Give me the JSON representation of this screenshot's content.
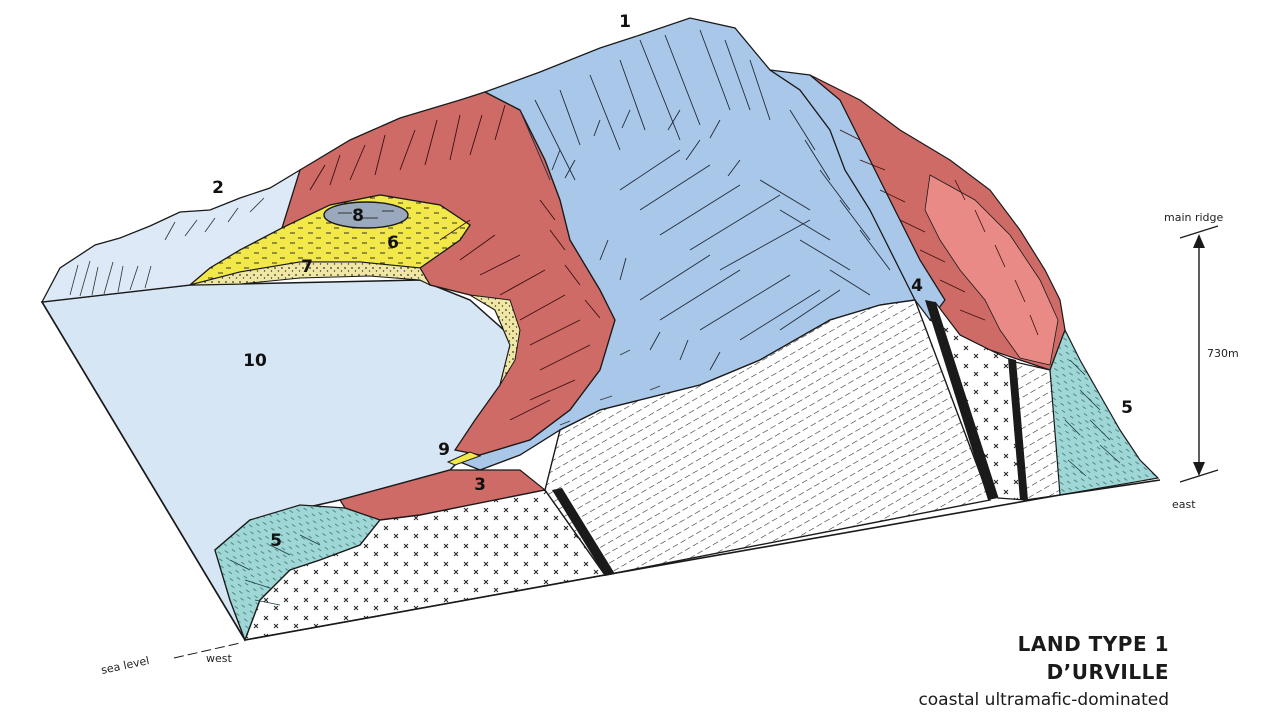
{
  "labels": {
    "zone_1": "1",
    "zone_2": "2",
    "zone_3": "3",
    "zone_4": "4",
    "zone_5_east": "5",
    "zone_5_west": "5",
    "zone_6": "6",
    "zone_7": "7",
    "zone_8": "8",
    "zone_9": "9",
    "zone_10": "10"
  },
  "scale": {
    "top_label": "main ridge",
    "height_label": "730m",
    "bottom_label": "east"
  },
  "corner": {
    "sea_level": "sea level",
    "west": "west"
  },
  "title": {
    "line1": "LAND TYPE 1",
    "line2": "D’URVILLE",
    "line3": "coastal ultramafic-dominated"
  },
  "colors": {
    "sea": "#d6e6f4",
    "ultramafic_blue": "#a9c7e8",
    "red_slopes": "#cf6b67",
    "pink_slopes": "#ea8a86",
    "yellow_flats": "#f2e84a",
    "pale_sand": "#efe7a3",
    "teal": "#9fd6d6",
    "pale_upland": "#dde9f6",
    "line": "#1a1a1a"
  }
}
